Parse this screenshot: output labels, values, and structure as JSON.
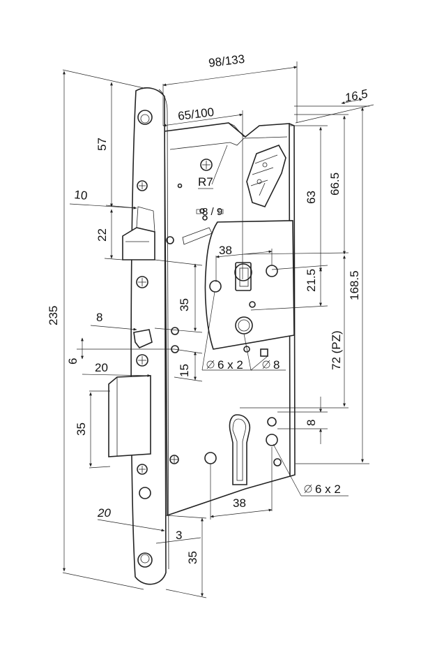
{
  "labels": {
    "width_total": "98/133",
    "backset": "65/100",
    "faceplate_thickness": "16.5",
    "height_total": "235",
    "top_to_latch": "57",
    "latch_projection": "10",
    "latch_height": "22",
    "latch_to_follower": "35",
    "aux_latch_projection": "8",
    "aux_latch_height": "6",
    "aux_spacing": "15",
    "bolt_projection": "20",
    "bolt_height": "35",
    "bottom_projection": "20",
    "bottom_gap": "3",
    "bottom_height": "35",
    "case_top_to_follower": "63",
    "case_top_to_hole": "66.5",
    "follower_to_lower": "21.5",
    "case_height": "168.5",
    "follower_square": "8 / 9",
    "follower_hole_spacing": "38",
    "screw_holes_top": "6 x 2",
    "square_small": "8",
    "pz_distance": "72 (PZ)",
    "cylinder_offset": "8",
    "cylinder_hole_spacing": "38",
    "screw_holes_bottom": "6 x 2",
    "radius": "R7"
  }
}
